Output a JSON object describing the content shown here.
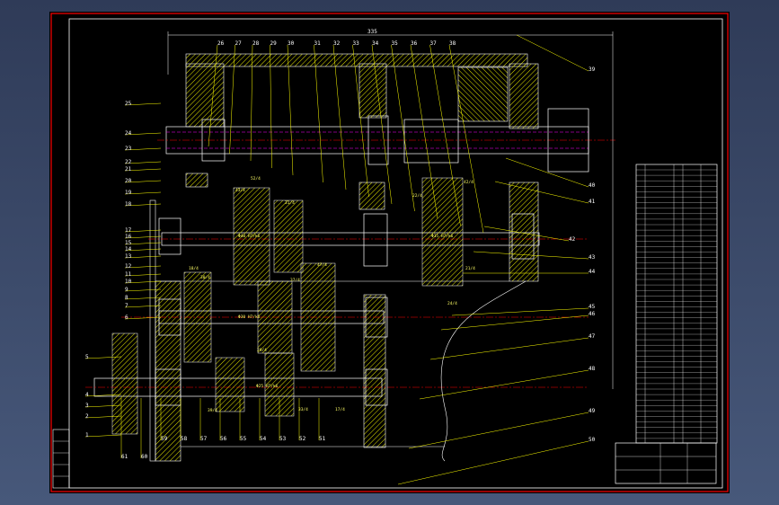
{
  "drawing": {
    "overall_dimension": "335",
    "part_numbers_left": [
      "25",
      "24",
      "23",
      "22",
      "21",
      "20",
      "19",
      "18",
      "17",
      "16",
      "15",
      "14",
      "13",
      "12",
      "11",
      "10",
      "9",
      "8",
      "7",
      "6",
      "5",
      "4",
      "3",
      "2",
      "1"
    ],
    "part_numbers_top": [
      "26",
      "27",
      "28",
      "29",
      "30",
      "31",
      "32",
      "33",
      "34",
      "35",
      "36",
      "37",
      "38"
    ],
    "part_numbers_right": [
      "39",
      "40",
      "41",
      "42",
      "43",
      "44",
      "45",
      "46",
      "47",
      "48",
      "49",
      "50"
    ],
    "part_numbers_bottom": [
      "51",
      "52",
      "53",
      "54",
      "55",
      "56",
      "57",
      "58",
      "59",
      "60",
      "61"
    ],
    "gear_labels": [
      "52/4",
      "43/4",
      "31/4",
      "42/4",
      "22/4",
      "18/4",
      "47/4",
      "21/4",
      "37/4",
      "30/4",
      "29/4",
      "24/4",
      "39/4",
      "33/4",
      "17/4"
    ],
    "shaft_fit_labels": [
      "Φ40 H7/k6",
      "Φ35 H7/k6",
      "Φ30 H7/k6",
      "Φ25 H7/k6"
    ]
  },
  "colors": {
    "background": "#000000",
    "outline": "#ffffff",
    "section_hatch": "#ffff00",
    "centerline": "#ff0000",
    "hidden": "#ff00ff",
    "leader": "#ffff00",
    "border": "#ff0000"
  }
}
